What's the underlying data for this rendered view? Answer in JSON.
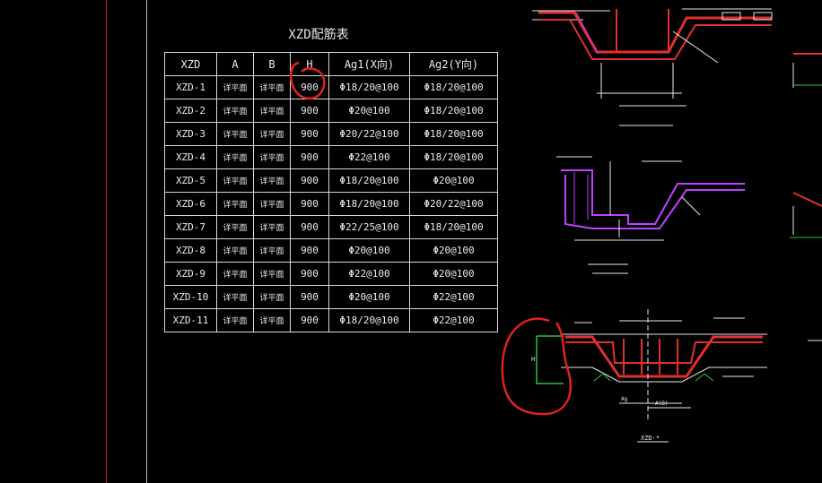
{
  "table": {
    "title": "XZD配筋表",
    "headers": [
      "XZD",
      "A",
      "B",
      "H",
      "Ag1(X向)",
      "Ag2(Y向)"
    ],
    "rows": [
      [
        "XZD-1",
        "详平面",
        "详平面",
        "900",
        "Φ18/20@100",
        "Φ18/20@100"
      ],
      [
        "XZD-2",
        "详平面",
        "详平面",
        "900",
        "Φ20@100",
        "Φ18/20@100"
      ],
      [
        "XZD-3",
        "详平面",
        "详平面",
        "900",
        "Φ20/22@100",
        "Φ18/20@100"
      ],
      [
        "XZD-4",
        "详平面",
        "详平面",
        "900",
        "Φ22@100",
        "Φ18/20@100"
      ],
      [
        "XZD-5",
        "详平面",
        "详平面",
        "900",
        "Φ18/20@100",
        "Φ20@100"
      ],
      [
        "XZD-6",
        "详平面",
        "详平面",
        "900",
        "Φ18/20@100",
        "Φ20/22@100"
      ],
      [
        "XZD-7",
        "详平面",
        "详平面",
        "900",
        "Φ22/25@100",
        "Φ18/20@100"
      ],
      [
        "XZD-8",
        "详平面",
        "详平面",
        "900",
        "Φ20@100",
        "Φ20@100"
      ],
      [
        "XZD-9",
        "详平面",
        "详平面",
        "900",
        "Φ22@100",
        "Φ20@100"
      ],
      [
        "XZD-10",
        "详平面",
        "详平面",
        "900",
        "Φ20@100",
        "Φ22@100"
      ],
      [
        "XZD-11",
        "详平面",
        "详平面",
        "900",
        "Φ18/20@100",
        "Φ22@100"
      ]
    ]
  },
  "drawing": {
    "section_label": "XZD-*",
    "h_dim": "H",
    "ag_dim": "Ag",
    "a_dim": "A(B)"
  },
  "colors": {
    "background": "#000000",
    "table_line": "#d8d8d8",
    "annotation_red": "#e0231e",
    "drawing_red": "#e03030",
    "drawing_magenta": "#c040ff",
    "drawing_green": "#30c040",
    "drawing_white": "#e8e8e8"
  }
}
